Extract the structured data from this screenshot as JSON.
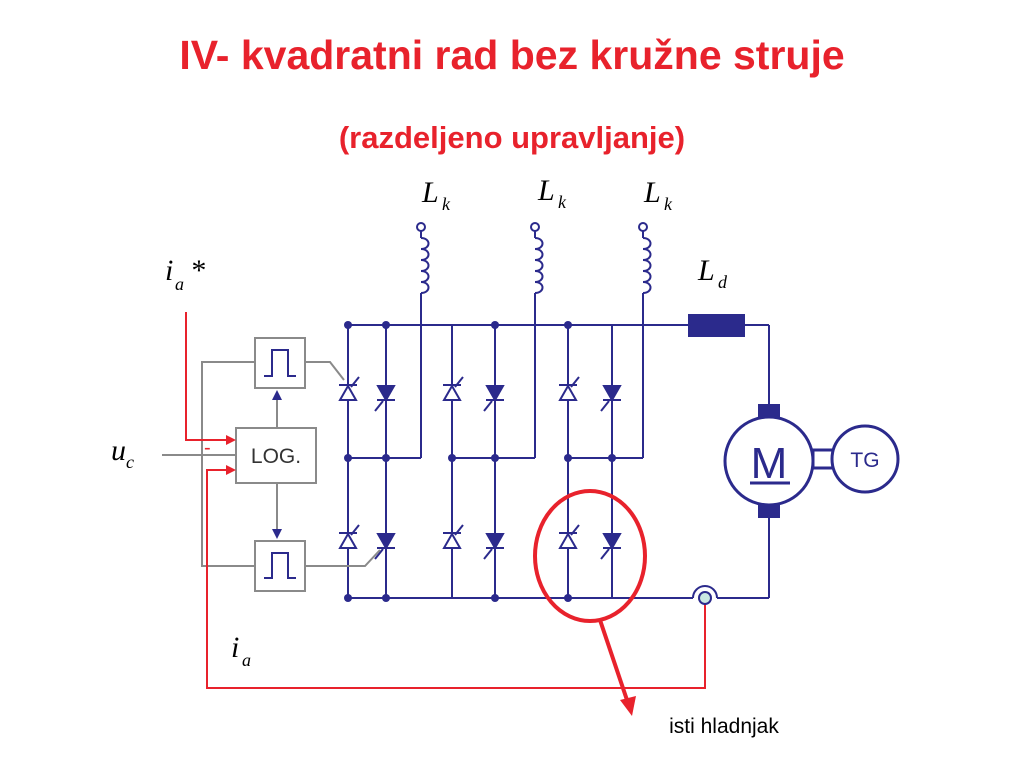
{
  "title": "IV- kvadratni rad bez kružne struje",
  "subtitle": "(razdeljeno upravljanje)",
  "labels": {
    "lk_letter": "L",
    "lk_sub": "k",
    "ld_letter": "L",
    "ld_sub": "d",
    "ia_ref_letter": "i",
    "ia_ref_sub": "a",
    "ia_ref_star": "*",
    "uc_letter": "u",
    "uc_sub": "c",
    "ia_letter": "i",
    "ia_sub": "a",
    "minus_sign": "-",
    "log_block": "LOG.",
    "motor": "M",
    "tacho": "TG",
    "heatsink_note": "isti hladnjak"
  },
  "colors": {
    "circuit": "#2b2a8c",
    "feedback": "#e8222c",
    "title": "#e8222c",
    "block_border": "#8a8a8a",
    "sensor_fill": "#c9e8e2"
  }
}
